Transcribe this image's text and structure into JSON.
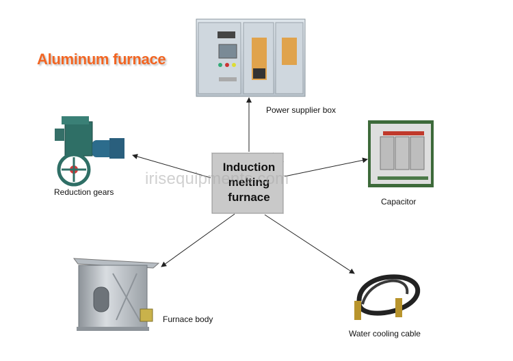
{
  "title": "Aluminum furnace",
  "center": {
    "line1": "Induction",
    "line2": "melting",
    "line3": "furnace"
  },
  "watermark": "irisequipments.com",
  "components": {
    "power_supplier_box": "Power supplier box",
    "reduction_gears": "Reduction gears",
    "capacitor": "Capacitor",
    "furnace_body": "Furnace body",
    "water_cooling_cable": "Water cooling cable"
  },
  "colors": {
    "title": "#f26522",
    "box": "#c9c9c9",
    "arrow": "#222222"
  }
}
